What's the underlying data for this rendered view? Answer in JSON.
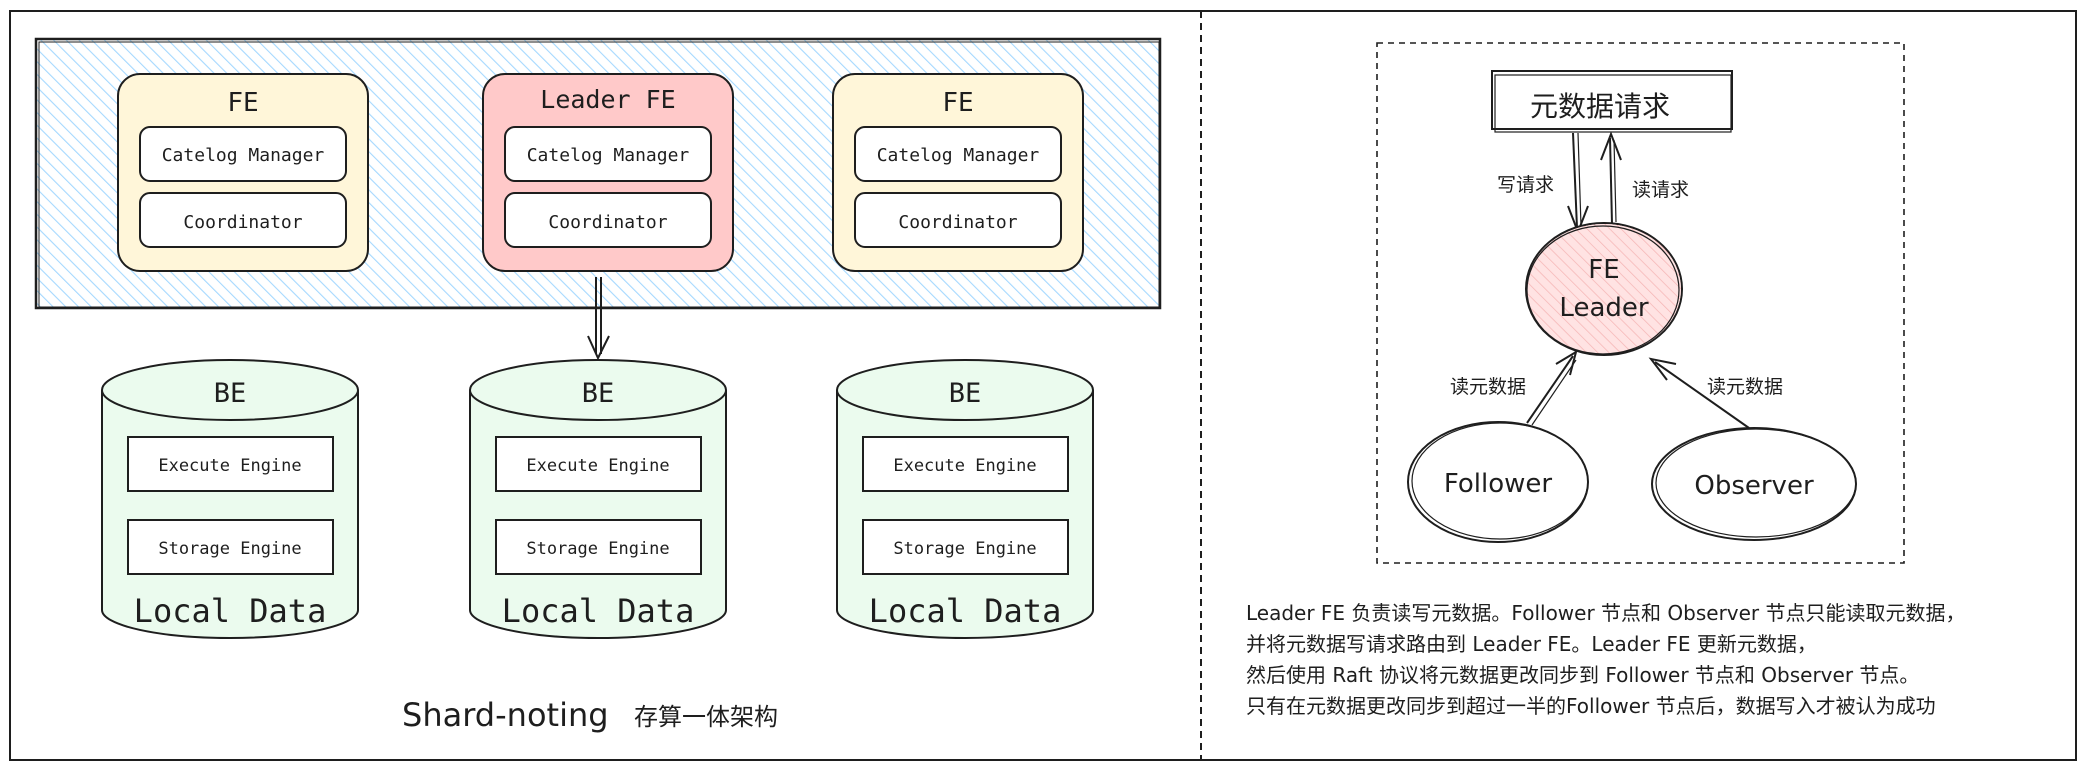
{
  "left_panel": {
    "fe_nodes": [
      {
        "title": "FE",
        "components": [
          "Catelog Manager",
          "Coordinator"
        ],
        "color": "#fff6d9"
      },
      {
        "title": "Leader FE",
        "components": [
          "Catelog Manager",
          "Coordinator"
        ],
        "color": "#ffc9c9"
      },
      {
        "title": "FE",
        "components": [
          "Catelog Manager",
          "Coordinator"
        ],
        "color": "#fff6d9"
      }
    ],
    "be_nodes": [
      {
        "title": "BE",
        "engines": [
          "Execute Engine",
          "Storage Engine"
        ],
        "footer": "Local Data"
      },
      {
        "title": "BE",
        "engines": [
          "Execute Engine",
          "Storage Engine"
        ],
        "footer": "Local Data"
      },
      {
        "title": "BE",
        "engines": [
          "Execute Engine",
          "Storage Engine"
        ],
        "footer": "Local Data"
      }
    ],
    "caption_main": "Shard-noting",
    "caption_sub": "存算一体架构",
    "hatch_color": "#a5d8ff",
    "be_color": "#ebfbee"
  },
  "right_panel": {
    "request_box": "元数据请求",
    "write_label": "写请求",
    "read_label": "读请求",
    "leader_line1": "FE",
    "leader_line2": "Leader",
    "leader_color": "#ffe3e3",
    "follower": "Follower",
    "observer": "Observer",
    "follower_edge_label": "读元数据",
    "observer_edge_label": "读元数据",
    "description": [
      "Leader FE 负责读写元数据。Follower 节点和 Observer 节点只能读取元数据，",
      "并将元数据写请求路由到 Leader FE。Leader FE 更新元数据，",
      "然后使用 Raft 协议将元数据更改同步到 Follower 节点和 Observer 节点。",
      "只有在元数据更改同步到超过一半的Follower 节点后，数据写入才被认为成功"
    ]
  }
}
